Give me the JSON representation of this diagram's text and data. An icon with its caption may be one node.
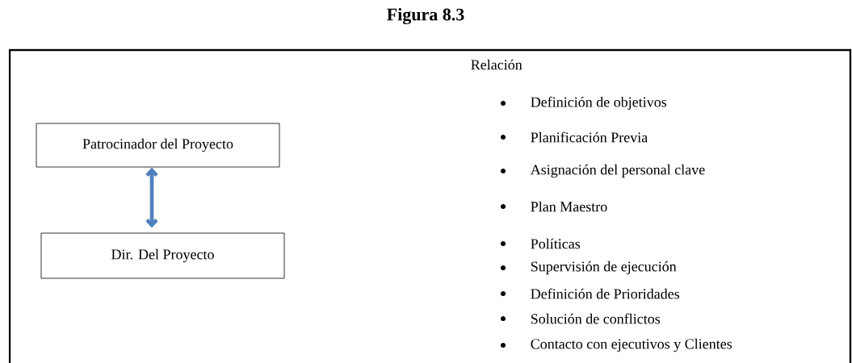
{
  "diagram": {
    "title": "Figura 8.3",
    "nodes": [
      {
        "text": [],
        "shape": "box"
      },
      {
        "text": [
          "Patrocinador del Proyecto"
        ],
        "in": 0
      },
      {
        "text": [
          "Dir.  Del Proyecto"
        ],
        "in": 0
      }
    ],
    "edges": [
      {
        "from": 1,
        "to": 2,
        "arrow": "both",
        "color": "#4f81bd"
      }
    ],
    "labels": [
      "Relación",
      "Definición de objetivos",
      "Planificación Previa",
      "Asignación del personal clave",
      "Plan Maestro",
      "Políticas",
      "Supervisión de ejecución",
      "Definición de Prioridades",
      "Solución de conflictos",
      "Contacto con ejecutivos y Clientes"
    ]
  }
}
